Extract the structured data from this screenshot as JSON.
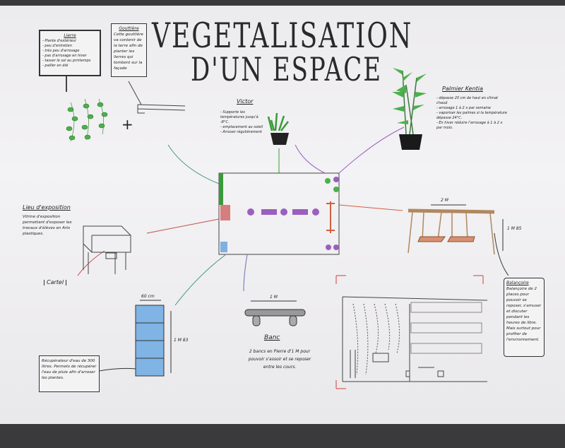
{
  "title": {
    "line1": "VEGETALISATION",
    "line2": "D'UN ESPACE"
  },
  "lierre": {
    "title": "Lierre",
    "items": [
      "- Plante d'extérieur",
      "- peu d'entretien",
      "- très peu d'arrosage",
      "- pas d'arrosage en hiver",
      "- tasser le sol au printemps",
      "- pailler en été"
    ]
  },
  "gouttiere": {
    "title": "Gouttière",
    "text": "Cette gouttière va contenir de la terre afin de planter les lierres qui tombent sur la façade"
  },
  "plus_sign": "+",
  "victor": {
    "title": "Victor",
    "items": [
      "- Supporte les températures jusqu'à -8°C.",
      "- emplacement au soleil",
      "- Arroser régulièrement"
    ]
  },
  "palmier": {
    "title": "Palmier Kentia",
    "items": [
      "- dépasse 20 cm de haut en climat chaud",
      "- arrosage 1 à 2 x par semaine",
      "- vaporiser les palmes si la température dépasse 24°C.",
      "- En hiver réduire l'arrosage à 1 à 2 x par mois."
    ]
  },
  "exposition": {
    "title": "Lieu d'exposition",
    "text": "Vitrine d'exposition permettant d'exposer les travaux d'élèves en Arts plastiques.",
    "cartel": "Cartel"
  },
  "balancoire": {
    "dim_width": "2 M",
    "dim_height": "1 M 85",
    "title": "Balançoire",
    "text": "Balançoire de 2 places pour pouvoir se reposer, s'amuser et discuter pendant les heures de libre. Mais surtout pour profiter de l'environnement."
  },
  "recuperateur": {
    "dim_width": "60 cm",
    "dim_height": "1 M 83",
    "text": "Récupérateur d'eau de 300 litres. Permets de récupérer l'eau de pluie afin d'arroser les plantes."
  },
  "banc": {
    "dim_width": "1 M",
    "title": "Banc",
    "text": "2 bancs en Pierre d'1 M pour pouvoir s'assoir et se reposer entre les cours."
  },
  "colors": {
    "arrow": "#c05050",
    "green": "#3a9a3a",
    "purple": "#9a5fc0",
    "blue": "#7fb0e0"
  }
}
